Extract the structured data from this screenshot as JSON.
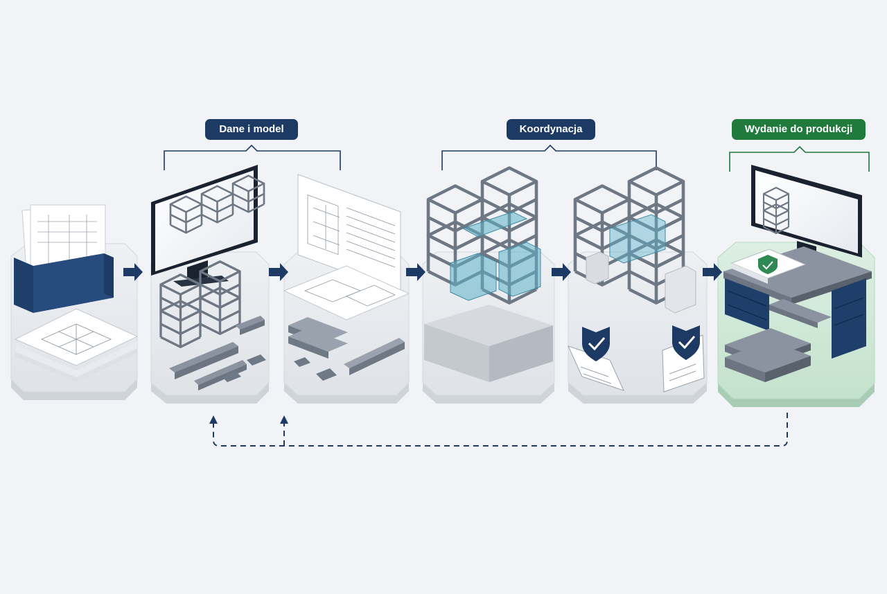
{
  "groups": [
    {
      "label": "Dane i model",
      "color": "#1c3a63"
    },
    {
      "label": "Koordynacja",
      "color": "#1c3a63"
    },
    {
      "label": "Wydanie do produkcji",
      "color": "#1f7a3c"
    }
  ],
  "stages": [
    {
      "name": "stage-documents",
      "highlight": false
    },
    {
      "name": "stage-3d-model",
      "highlight": false
    },
    {
      "name": "stage-shop-drawings",
      "highlight": false
    },
    {
      "name": "stage-clash-coordination",
      "highlight": false
    },
    {
      "name": "stage-approval",
      "highlight": false
    },
    {
      "name": "stage-release",
      "highlight": true
    }
  ],
  "colors": {
    "navy": "#1c3a63",
    "green": "#1f7a3c",
    "tile": "#e8ebef",
    "tile_edge": "#c9ced6",
    "green_tile": "#d4eadb",
    "steel": "#7c8591",
    "glass": "#5fb3c9"
  },
  "icons": [
    "document-folder-icon",
    "monitor-icon",
    "steel-frame-icon",
    "steel-beam-icon",
    "shield-check-icon",
    "desk-icon",
    "arrow-right-icon",
    "feedback-loop-arrow-icon"
  ]
}
